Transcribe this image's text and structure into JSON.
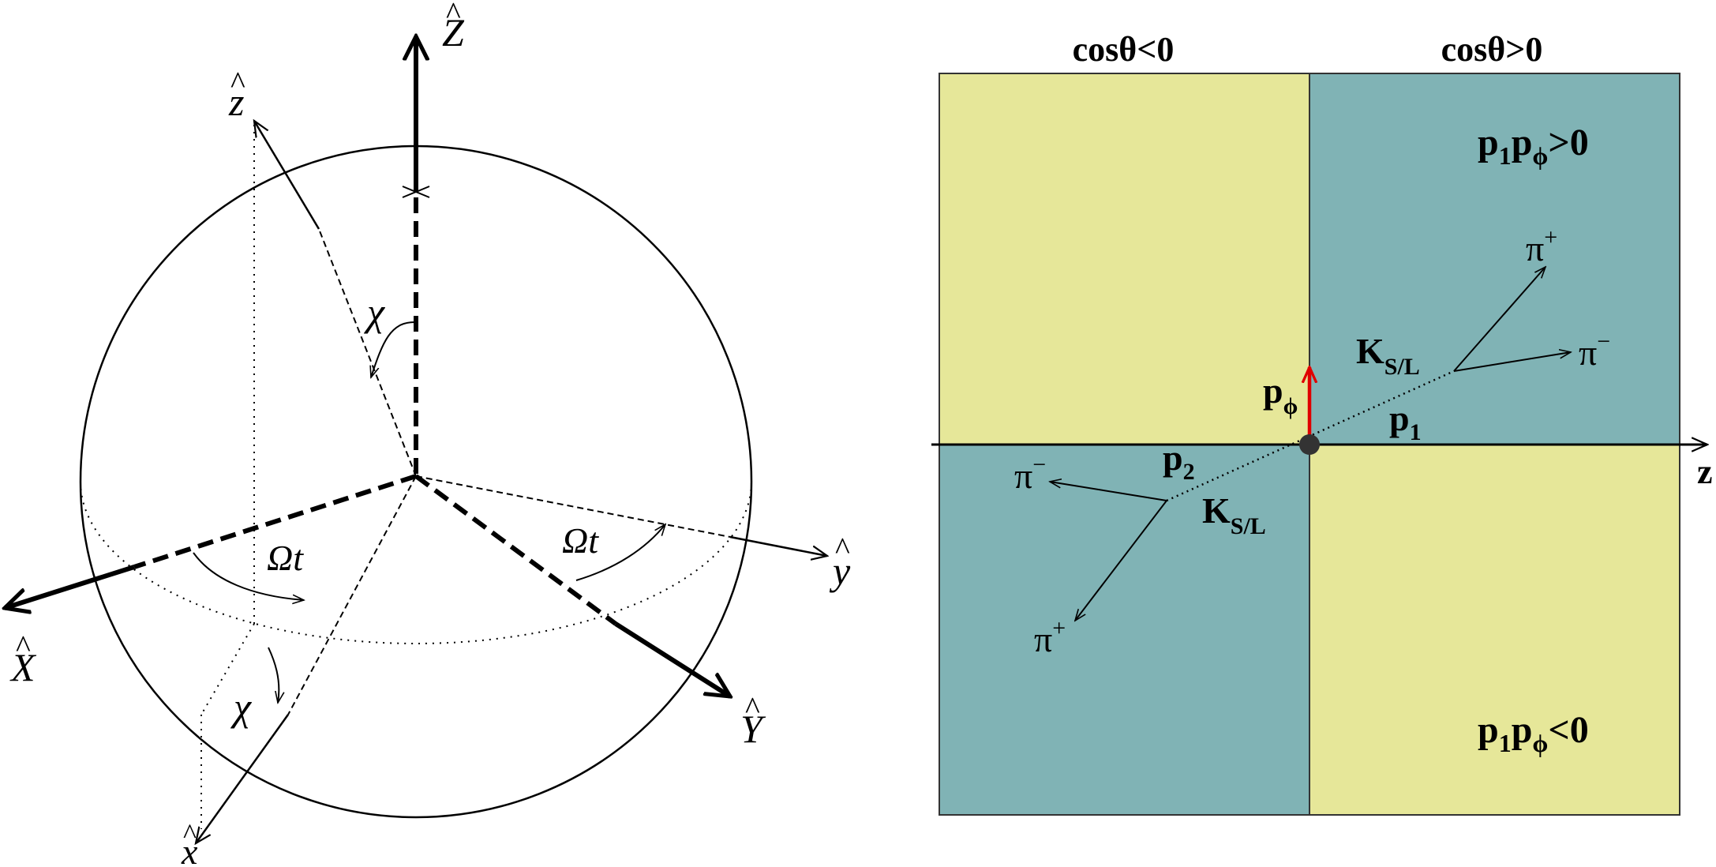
{
  "left": {
    "Z_hat": "Z",
    "z_hat": "z",
    "X_hat": "X",
    "x_hat": "x",
    "Y_hat": "Y",
    "y_hat": "y",
    "chi_top": "χ",
    "chi_bottom": "χ",
    "omega_t_left": "Ωt",
    "omega_t_right": "Ωt",
    "hat_mark": "^"
  },
  "right": {
    "header_left": "cosθ<0",
    "header_right": "cosθ>0",
    "quad_top_right": {
      "p": "p",
      "s1": "1",
      "p2": "p",
      "s2": "ϕ",
      "rel": ">0"
    },
    "quad_bottom_right": {
      "p": "p",
      "s1": "1",
      "p2": "p",
      "s2": "ϕ",
      "rel": "<0"
    },
    "axis_label": "z",
    "p_phi": {
      "base": "p",
      "sub": "ϕ"
    },
    "p1": {
      "base": "p",
      "sub": "1"
    },
    "p2": {
      "base": "p",
      "sub": "2"
    },
    "ks_upper": {
      "base": "K",
      "sub": "S/L"
    },
    "ks_lower": {
      "base": "K",
      "sub": "S/L"
    },
    "pi_plus_upper": {
      "base": "π",
      "sup": "+"
    },
    "pi_minus_upper": {
      "base": "π",
      "sup": "−"
    },
    "pi_minus_lower": {
      "base": "π",
      "sup": "−"
    },
    "pi_plus_lower": {
      "base": "π",
      "sup": "+"
    },
    "colors": {
      "yellow_quadrant": "#e6e799",
      "teal_quadrant": "#80b3b5",
      "momentum_arrow": "#e00000",
      "vertex": "#333333"
    }
  }
}
